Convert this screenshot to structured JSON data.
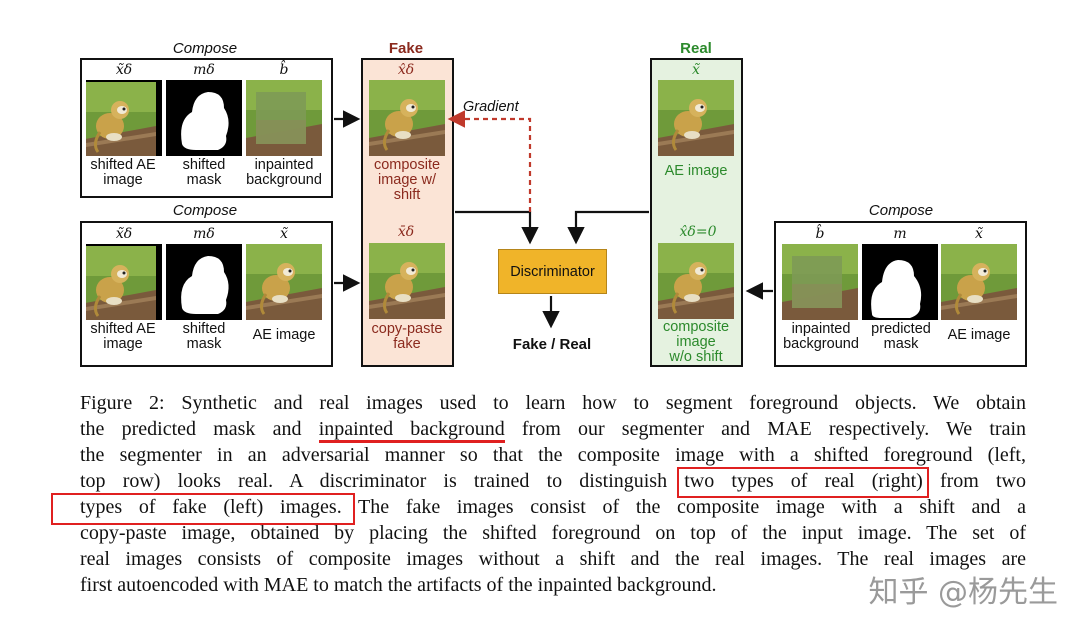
{
  "figure": {
    "titles": {
      "compose_top": "Compose",
      "compose_bottom": "Compose",
      "compose_right": "Compose",
      "fake": "Fake",
      "real": "Real"
    },
    "top_row": {
      "sym1": "x̃δ",
      "cap1": [
        "shifted AE",
        "image"
      ],
      "sym2": "mδ",
      "cap2": [
        "shifted",
        "mask"
      ],
      "sym3": "b̂",
      "cap3": [
        "inpainted",
        "background"
      ]
    },
    "bottom_row": {
      "sym1": "x̃δ",
      "cap1": [
        "shifted AE",
        "image"
      ],
      "sym2": "mδ",
      "cap2": [
        "shifted",
        "mask"
      ],
      "sym3": "x̃",
      "cap3": [
        "AE image"
      ]
    },
    "fake_col": {
      "sym1": "x̂δ",
      "cap1": [
        "composite",
        "image w/",
        "shift"
      ],
      "sym2": "x̄δ",
      "cap2": [
        "copy-paste",
        "fake"
      ]
    },
    "real_col": {
      "sym1": "x̃",
      "cap1": [
        "AE image"
      ],
      "sym2": "x̂δ=0",
      "cap2": [
        "composite",
        "image",
        "w/o shift"
      ]
    },
    "right_row": {
      "sym1": "b̂",
      "cap1": [
        "inpainted",
        "background"
      ],
      "sym2": "m",
      "cap2": [
        "predicted",
        "mask"
      ],
      "sym3": "x̃",
      "cap3": [
        "AE image"
      ]
    },
    "gradient_label": "Gradient",
    "discriminator_label": "Discriminator",
    "output_label": "Fake / Real",
    "colors": {
      "fake_bg": "#fbe4d6",
      "real_bg": "#e5f2e0",
      "disc": "#f0b429",
      "fake_text": "#8b2a1e",
      "real_text": "#2c8a2c",
      "highlight": "#e02020"
    }
  },
  "caption": {
    "line1": "Figure 2: Synthetic and real images used to learn how to segment foreground objects. We obtain",
    "line2a": "the predicted mask and ",
    "line2b": "inpainted background",
    "line2c": " from our segmenter and MAE respectively. We train",
    "line3": "the segmenter in an adversarial manner so that the composite image with a shifted foreground (left,",
    "line4a": "top row) looks real.  A discriminator is trained to distinguish ",
    "line4b": "two types of real (right)",
    "line4c": " from two",
    "line5a": "types of fake (left) images.",
    "line5b": " The fake images consist of the composite image with a shift and a",
    "line6": "copy-paste image, obtained by placing the shifted foreground on top of the input image. The set of",
    "line7": "real images consists of composite images without a shift and the real images. The real images are",
    "line8": "first autoencoded with MAE to match the artifacts of the inpainted background."
  },
  "watermark": "知乎 @杨先生"
}
